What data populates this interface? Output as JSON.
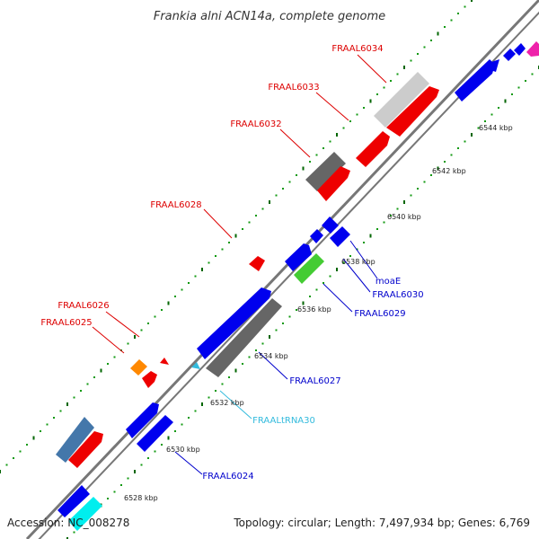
{
  "title": "Frankia alni ACN14a, complete genome",
  "accession": "Accession: NC_008278",
  "topology": "Topology: circular; Length: 7,497,934 bp; Genes: 6,769",
  "scale_labels": [
    "6528 kbp",
    "6530 kbp",
    "6532 kbp",
    "6534 kbp",
    "6536 kbp",
    "6538 kbp",
    "6540 kbp",
    "6542 kbp",
    "6544 kbp"
  ],
  "gene_labels": {
    "fraal6034": "FRAAL6034",
    "fraal6033": "FRAAL6033",
    "fraal6032": "FRAAL6032",
    "fraal6028": "FRAAL6028",
    "fraal6026": "FRAAL6026",
    "fraal6025": "FRAAL6025",
    "moae": "moaE",
    "fraal6030": "FRAAL6030",
    "fraal6029": "FRAAL6029",
    "fraal6027": "FRAAL6027",
    "fraaltrna30": "FRAALtRNA30",
    "fraal6024": "FRAAL6024"
  },
  "colors": {
    "forward_label": "#dd0000",
    "reverse_label": "#0000cc",
    "trna_label": "#33bbdd",
    "blue_gene": "#0000ee",
    "red_gene": "#ee0000",
    "gray_gene": "#666666",
    "light_gray_gene": "#cccccc",
    "green_gene": "#44cc33",
    "orange_gene": "#ff8800",
    "steel_gene": "#4477aa",
    "cyan_gene": "#00eeee",
    "pink_gene": "#ee22aa",
    "backbone": "#777777",
    "tick": "#006600"
  }
}
